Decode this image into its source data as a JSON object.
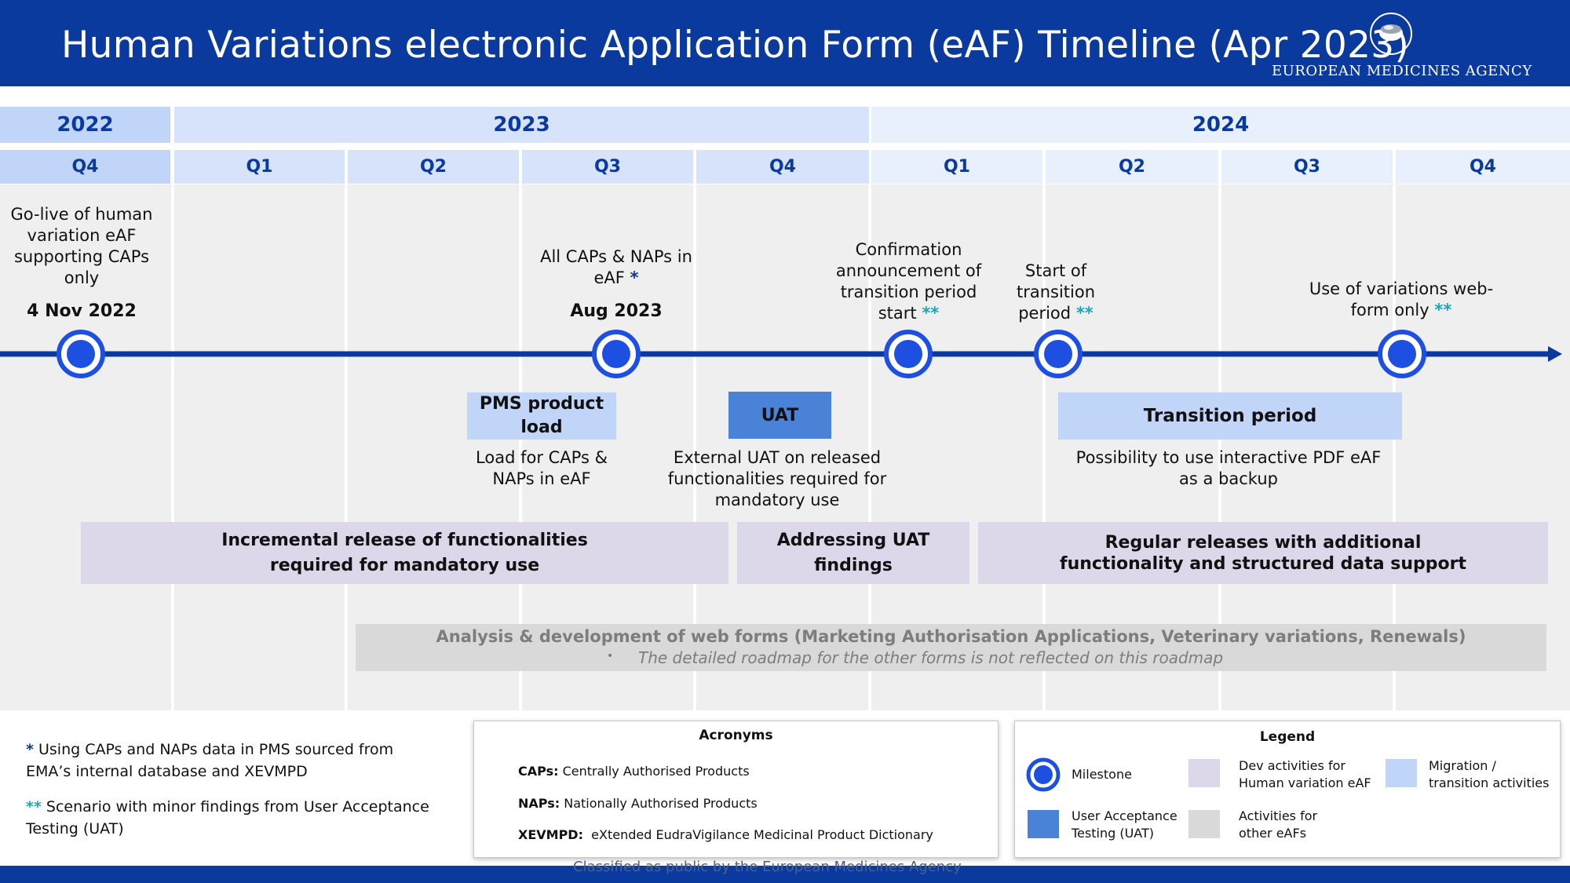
{
  "header": {
    "title": "Human Variations electronic Application Form (eAF) Timeline (Apr 2023)",
    "agency": "EUROPEAN MEDICINES AGENCY"
  },
  "timeline": {
    "years": [
      "2022",
      "2023",
      "2024"
    ],
    "quarters": [
      "Q4",
      "Q1",
      "Q2",
      "Q3",
      "Q4",
      "Q1",
      "Q2",
      "Q3",
      "Q4"
    ],
    "milestones": [
      {
        "label": "Go-live of human variation eAF supporting CAPs only",
        "date": "4 Nov 2022",
        "marker": ""
      },
      {
        "label": "All CAPs & NAPs in eAF",
        "date": "Aug 2023",
        "marker": "*"
      },
      {
        "label": "Confirmation announcement of transition period start",
        "date": "",
        "marker": "**"
      },
      {
        "label": "Start of transition period",
        "date": "",
        "marker": "**"
      },
      {
        "label": "Use of variations web-form only",
        "date": "",
        "marker": "**"
      }
    ],
    "activities": {
      "pms_load": {
        "title": "PMS product load",
        "desc": "Load for CAPs & NAPs in eAF"
      },
      "uat": {
        "title": "UAT",
        "desc": "External UAT on released functionalities required for mandatory use"
      },
      "transition": {
        "title": "Transition period",
        "desc": "Possibility to use interactive PDF eAF as a backup"
      }
    },
    "dev_bars": [
      "Incremental release of functionalities required for mandatory use",
      "Addressing UAT findings",
      "Regular releases with additional functionality and structured data support"
    ],
    "other_forms": {
      "title": "Analysis & development of web forms (Marketing Authorisation Applications, Veterinary variations, Renewals)",
      "bullet": "•",
      "note": "The detailed roadmap for the other forms is not reflected on this roadmap"
    }
  },
  "footnotes": [
    {
      "marker": "*",
      "text": "Using CAPs and NAPs data in PMS sourced from EMA’s internal database and XEVMPD"
    },
    {
      "marker": "**",
      "text": "Scenario with minor findings from User Acceptance Testing (UAT)"
    }
  ],
  "acronyms": {
    "title": "Acronyms",
    "items": [
      {
        "term": "CAPs:",
        "def": "Centrally Authorised Products"
      },
      {
        "term": "NAPs:",
        "def": "Nationally Authorised Products"
      },
      {
        "term": "XEVMPD:",
        "def": "eXtended EudraVigilance Medicinal Product Dictionary"
      }
    ]
  },
  "legend": {
    "title": "Legend",
    "milestone": "Milestone",
    "uat": "User Acceptance Testing (UAT)",
    "dev": "Dev activities for Human variation eAF",
    "other": "Activities for other eAFs",
    "migration": "Migration / transition activities"
  },
  "footer": {
    "classification": "Classified as public by the European Medicines Agency"
  },
  "colors": {
    "brand_blue": "#0b3a9e",
    "milestone_blue": "#1d4fe0",
    "uat_blue": "#4a82d8",
    "migration_blue": "#c0d5f8",
    "dev_lilac": "#dcd8ea",
    "other_grey": "#d9d9d9",
    "teal_marker": "#1aa7b9"
  }
}
